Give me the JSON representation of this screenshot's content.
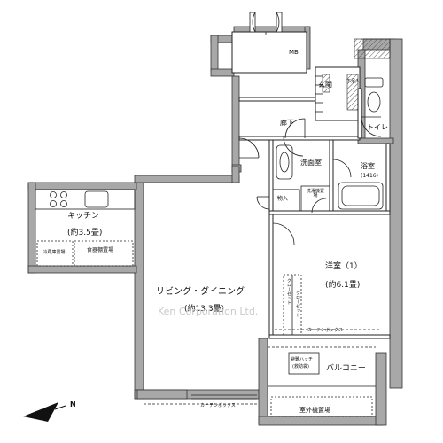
{
  "rooms": {
    "mb": "MB",
    "entrance": "玄関",
    "shoe_storage": "下足入",
    "toilet": "トイレ",
    "corridor": "廊下",
    "washroom": "洗面室",
    "bathroom": "浴室",
    "bath_size": "(1416)",
    "storage": "物入",
    "washer_area": "洗濯機置場",
    "kitchen": "キッチン",
    "kitchen_size": "(約3.5畳)",
    "fridge_area": "冷蔵庫置場",
    "cupboard_area": "食器棚置場",
    "living_dining": "リビング・ダイニング",
    "living_size": "(約13.3畳)",
    "western_room": "洋室（1）",
    "western_size": "(約6.1畳)",
    "closet_1": "クローゼット",
    "closet_2": "クローゼット",
    "curtain_box_1": "カーテンボックス",
    "curtain_box_2": "カーテンボックス",
    "balcony": "バルコニー",
    "emergency_hatch_line1": "避難ハッチ",
    "emergency_hatch_line2": "(救助袋)",
    "outdoor_unit_area": "室外機置場"
  },
  "compass": {
    "label": "N"
  },
  "watermark": "Ken Corporation Ltd."
}
